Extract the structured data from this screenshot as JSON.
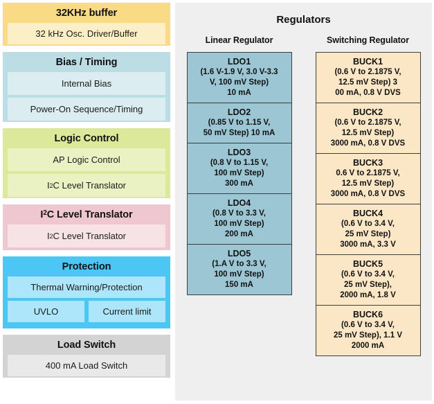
{
  "left_panel": {
    "blocks": [
      {
        "title": "32KHz buffer",
        "theme": "osc",
        "rows": [
          {
            "items": [
              "32 kHz Osc. Driver/Buffer"
            ]
          }
        ]
      },
      {
        "title": "Bias / Timing",
        "theme": "bias",
        "rows": [
          {
            "items": [
              "Internal Bias"
            ]
          },
          {
            "items": [
              "Power-On Sequence/Timing"
            ]
          }
        ]
      },
      {
        "title": "Logic Control",
        "theme": "logic",
        "rows": [
          {
            "items": [
              "AP Logic Control"
            ]
          },
          {
            "items": [
              "I²C Level Translator"
            ]
          }
        ]
      },
      {
        "title": "I²C Level Translator",
        "theme": "i2c",
        "rows": [
          {
            "items": [
              "I²C Level Translator"
            ]
          }
        ]
      },
      {
        "title": "Protection",
        "theme": "prot",
        "rows": [
          {
            "items": [
              "Thermal Warning/Protection"
            ]
          },
          {
            "items": [
              "UVLO",
              "Current limit"
            ]
          }
        ]
      },
      {
        "title": "Load Switch",
        "theme": "load",
        "rows": [
          {
            "items": [
              "400 mA Load Switch"
            ]
          }
        ]
      }
    ]
  },
  "right_panel": {
    "title": "Regulators",
    "columns": [
      {
        "heading": "Linear Regulator",
        "key": "linear",
        "cells": [
          {
            "name": "LDO1",
            "spec": "(1.6 V-1.9 V, 3.0 V-3.3\nV, 100 mV Step)\n10 mA"
          },
          {
            "name": "LDO2",
            "spec": "(0.85 V to 1.15 V,\n50 mV Step) 10 mA"
          },
          {
            "name": "LDO3",
            "spec": "(0.8 V to 1.15 V,\n100 mV Step)\n300 mA"
          },
          {
            "name": "LDO4",
            "spec": "(0.8 V to 3.3 V,\n100 mV Step)\n200 mA"
          },
          {
            "name": "LDO5",
            "spec": "(1.A V to 3.3 V,\n100 mV Step)\n150 mA"
          }
        ]
      },
      {
        "heading": "Switching Regulator",
        "key": "switching",
        "cells": [
          {
            "name": "BUCK1",
            "spec": "(0.6 V to 2.1875 V,\n12.5 mV Step) 3\n00 mA, 0.8 V DVS"
          },
          {
            "name": "BUCK2",
            "spec": "(0.6 V to 2.1875 V,\n12.5 mV Step)\n3000 mA, 0.8 V DVS"
          },
          {
            "name": "BUCK3",
            "spec": "0.6 V to 2.1875 V,\n12.5 mV Step)\n3000 mA, 0.8 V DVS"
          },
          {
            "name": "BUCK4",
            "spec": "(0.6 V to 3.4 V,\n25 mV Step)\n3000 mA, 3.3 V"
          },
          {
            "name": "BUCK5",
            "spec": "(0.6 V to 3.4 V,\n25 mV Step),\n2000 mA, 1.8 V"
          },
          {
            "name": "BUCK6",
            "spec": "(0.6 V to 3.4 V,\n25 mV Step), 1.1 V\n2000 mA"
          }
        ]
      }
    ]
  },
  "colors": {
    "osc_band": "#F9DB85",
    "osc_chip": "#FDEFC5",
    "bias_band": "#BDDDE4",
    "bias_chip": "#DCEDF1",
    "logic_band": "#DCE89A",
    "logic_chip": "#EAF2C4",
    "i2c_band": "#EFC7D0",
    "i2c_chip": "#F7E2E6",
    "protection_band": "#4CC6F4",
    "protection_chip": "#ADE5FA",
    "load_band": "#D3D3D3",
    "load_chip": "#E9E9E9",
    "panel_background": "#EFEFEF",
    "ldo_cell": "#9CC6D4",
    "buck_cell": "#FBE7C6",
    "cell_border": "#3D3D3D"
  }
}
